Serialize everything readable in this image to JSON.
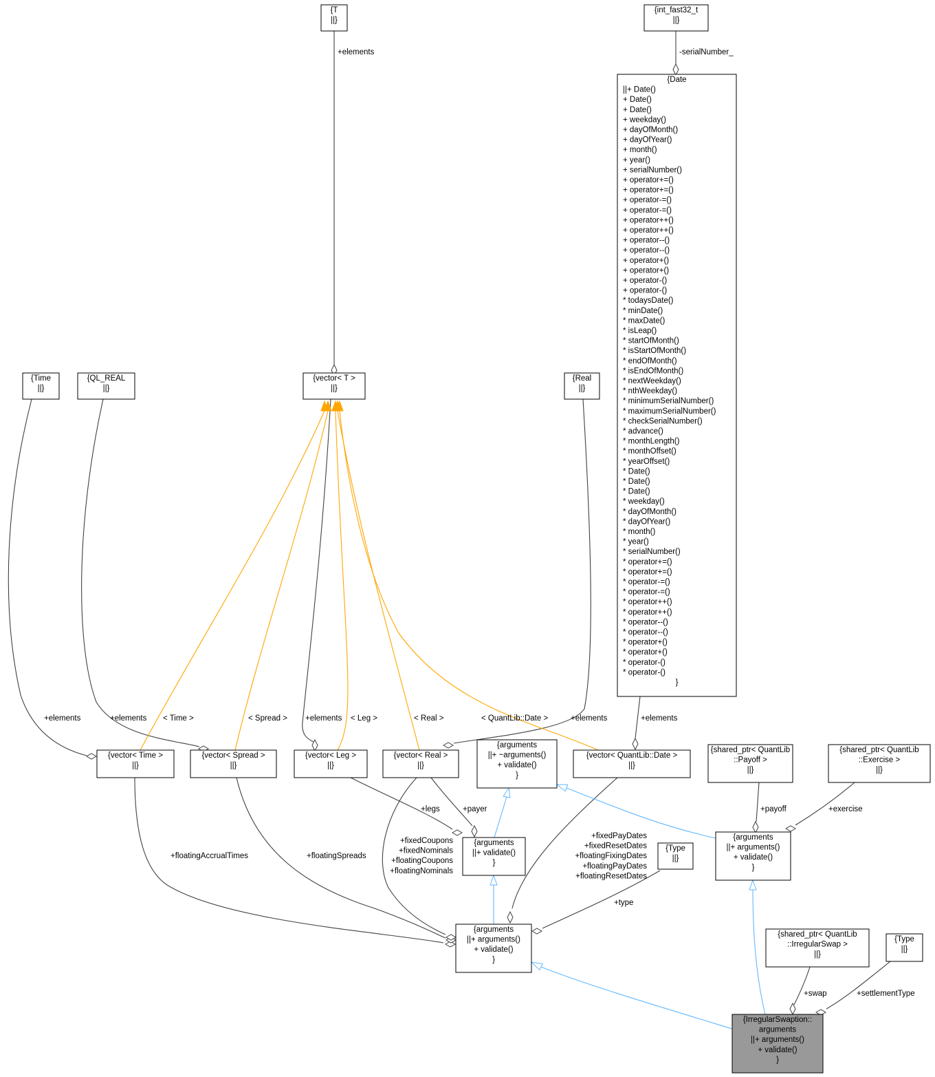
{
  "nodes": [
    {
      "id": "T",
      "lines": [
        "{T",
        "||}"
      ]
    },
    {
      "id": "int_fast32_t",
      "lines": [
        "{int_fast32_t",
        "||}"
      ]
    },
    {
      "id": "Date",
      "lines": [
        "{Date",
        "||+ Date()",
        "+ Date()",
        "+ Date()",
        "+ weekday()",
        "+ dayOfMonth()",
        "+ dayOfYear()",
        "+ month()",
        "+ year()",
        "+ serialNumber()",
        "+ operator+=()",
        "+ operator+=()",
        "+ operator-=()",
        "+ operator-=()",
        "+ operator++()",
        "+ operator++()",
        "+ operator--()",
        "+ operator--()",
        "+ operator+()",
        "+ operator+()",
        "+ operator-()",
        "+ operator-()",
        "* todaysDate()",
        "* minDate()",
        "* maxDate()",
        "* isLeap()",
        "* startOfMonth()",
        "* isStartOfMonth()",
        "* endOfMonth()",
        "* isEndOfMonth()",
        "* nextWeekday()",
        "* nthWeekday()",
        "* minimumSerialNumber()",
        "* maximumSerialNumber()",
        "* checkSerialNumber()",
        "* advance()",
        "* monthLength()",
        "* monthOffset()",
        "* yearOffset()",
        "* Date()",
        "* Date()",
        "* Date()",
        "* weekday()",
        "* dayOfMonth()",
        "* dayOfYear()",
        "* month()",
        "* year()",
        "* serialNumber()",
        "* operator+=()",
        "* operator+=()",
        "* operator-=()",
        "* operator-=()",
        "* operator++()",
        "* operator++()",
        "* operator--()",
        "* operator--()",
        "* operator+()",
        "* operator+()",
        "* operator-()",
        "* operator-()",
        "}"
      ]
    },
    {
      "id": "Time",
      "lines": [
        "{Time",
        "||}"
      ]
    },
    {
      "id": "QL_REAL",
      "lines": [
        "{QL_REAL",
        "||}"
      ]
    },
    {
      "id": "vectorT",
      "lines": [
        "{vector< T >",
        "||}"
      ]
    },
    {
      "id": "Real",
      "lines": [
        "{Real",
        "||}"
      ]
    },
    {
      "id": "vecTime",
      "lines": [
        "{vector< Time >",
        "||}"
      ]
    },
    {
      "id": "vecSpread",
      "lines": [
        "{vector< Spread >",
        "||}"
      ]
    },
    {
      "id": "vecLeg",
      "lines": [
        "{vector< Leg >",
        "||}"
      ]
    },
    {
      "id": "vecReal",
      "lines": [
        "{vector< Real >",
        "||}"
      ]
    },
    {
      "id": "argsBase",
      "lines": [
        "{arguments",
        "||+ ~arguments()",
        "+ validate()",
        "}"
      ]
    },
    {
      "id": "vecDate",
      "lines": [
        "{vector< QuantLib::Date >",
        "||}"
      ]
    },
    {
      "id": "spPayoff",
      "lines": [
        "{shared_ptr< QuantLib",
        "::Payoff >",
        "||}"
      ]
    },
    {
      "id": "spExercise",
      "lines": [
        "{shared_ptr< QuantLib",
        "::Exercise >",
        "||}"
      ]
    },
    {
      "id": "argsSwap",
      "lines": [
        "{arguments",
        "||+ validate()",
        "}"
      ]
    },
    {
      "id": "Type1",
      "lines": [
        "{Type",
        "||}"
      ]
    },
    {
      "id": "argsOption",
      "lines": [
        "{arguments",
        "||+ arguments()",
        "+ validate()",
        "}"
      ]
    },
    {
      "id": "argsIrr",
      "lines": [
        "{arguments",
        "||+ arguments()",
        "+ validate()",
        "}"
      ]
    },
    {
      "id": "spIrrSwap",
      "lines": [
        "{shared_ptr< QuantLib",
        "::IrregularSwap >",
        "||}"
      ]
    },
    {
      "id": "Type2",
      "lines": [
        "{Type",
        "||}"
      ]
    },
    {
      "id": "IrrSwaption",
      "lines": [
        "{IrregularSwaption::",
        "arguments",
        "||+ arguments()",
        "+ validate()",
        "}"
      ]
    }
  ],
  "edge_labels": {
    "T_vectorT": [
      "+elements"
    ],
    "int_Date": [
      "-serialNumber_"
    ],
    "Time_vecTime": [
      "+elements"
    ],
    "QL_vecSpread": [
      "+elements"
    ],
    "vT_vecTime": [
      "< Time >"
    ],
    "vT_vecSpread": [
      "< Spread >"
    ],
    "vT_vecLeg_usage": [
      "+elements"
    ],
    "vT_vecLeg_tmpl": [
      "< Leg >"
    ],
    "vT_vecReal": [
      "< Real >"
    ],
    "vT_vecDate": [
      "< QuantLib::Date >"
    ],
    "Real_vecReal": [
      "+elements"
    ],
    "Date_vecDate": [
      "+elements"
    ],
    "vecLeg_argsSwap": [
      "+legs"
    ],
    "vecReal_argsSwap": [
      "+payer"
    ],
    "payoff": [
      "+payoff"
    ],
    "exercise": [
      "+exercise"
    ],
    "vecTime_irr": [
      "+floatingAccrualTimes"
    ],
    "vecSpread_irr": [
      "+floatingSpreads"
    ],
    "vecReal_irr": [
      "+fixedCoupons",
      "+fixedNominals",
      "+floatingCoupons",
      "+floatingNominals"
    ],
    "vecDate_irr": [
      "+fixedPayDates",
      "+fixedResetDates",
      "+floatingFixingDates",
      "+floatingPayDates",
      "+floatingResetDates"
    ],
    "type": [
      "+type"
    ],
    "swap": [
      "+swap"
    ],
    "settlementType": [
      "+settlementType"
    ]
  },
  "colors": {
    "usage": "#404040",
    "template": "#ffa500",
    "inheritance": "#63b8ff",
    "highlight_fill": "#999999"
  }
}
